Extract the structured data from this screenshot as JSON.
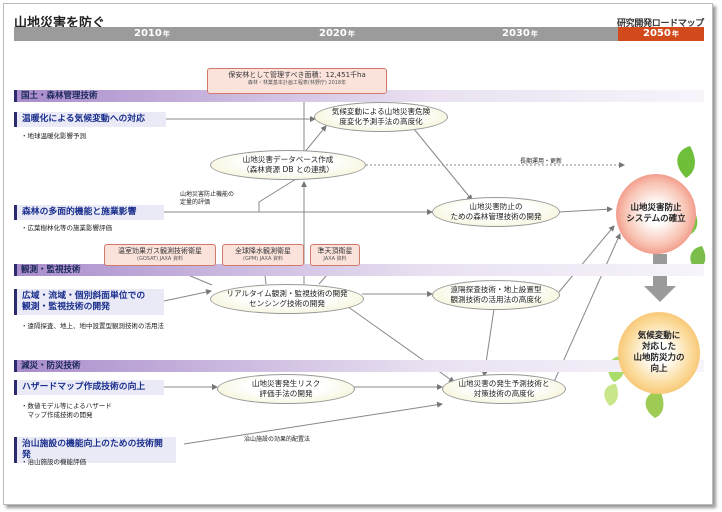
{
  "title": "山地災害を防ぐ",
  "brand": "研究開発ロードマップ",
  "timeline": {
    "years": [
      "2010",
      "2020",
      "2030",
      "2050"
    ],
    "suffix": "年"
  },
  "sections": {
    "s1": "国土・森林管理技術",
    "s2": "観測・監視技術",
    "s3": "減災・防災技術"
  },
  "themes": {
    "t1": "温暖化による気候変動への対応",
    "t2": "森林の多面的機能と施業影響",
    "t3a": "広域・流域・個別斜面単位での",
    "t3b": "観測・監視技術の開発",
    "t4": "ハザードマップ作成技術の向上",
    "t5": "治山施設の機能向上のための技術開発"
  },
  "bullets": {
    "b1": "・地球温暖化影響予測",
    "b2": "・広葉樹林化等の施業影響評価",
    "b3": "・遠隔探査、地上、地中設置型観測技術の活用法",
    "b4a": "・数値モデル等によるハザード",
    "b4b": "　マップ作成技術の開発",
    "b5": "・治山施設の機能評価"
  },
  "ovals": {
    "o1a": "気候変動による山地災害危険",
    "o1b": "度変化予測手法の高度化",
    "o2a": "山地災害データベース作成",
    "o2b": "（森林資源 DB との連携）",
    "o3a": "山地災害防止の",
    "o3b": "ための森林管理技術の開発",
    "o4a": "リアルタイム観測・監視技術の開発",
    "o4b": "センシング技術の開発",
    "o5a": "遠隔探査技術・地上設置型",
    "o5b": "観測技術の活用法の高度化",
    "o6a": "山地災害発生リスク",
    "o6b": "評価手法の開発",
    "o7a": "山地災害の発生予測技術と",
    "o7b": "対策技術の高度化"
  },
  "boxes": {
    "p1": "保安林として管理すべき面積：12,451千ha",
    "p1s": "森林・林業基本計画工程表(林野庁) 2018年",
    "p2": "温室効果ガス観測技術衛星",
    "p2s": "(GOSAT) JAXA 資料",
    "p3": "全球降水観測衛星",
    "p3s": "(GPM) JAXA 資料",
    "p4": "準天頂衛星",
    "p4s": "JAXA 資料"
  },
  "notes": {
    "n1a": "山地災害防止機能の",
    "n1b": "定量的評価",
    "n2": "長期運用・更新",
    "n3": "治山施設の効果的配置法"
  },
  "goals": {
    "g1a": "山地災害防止",
    "g1b": "システムの確立",
    "g2a": "気候変動に",
    "g2b": "対応した",
    "g2c": "山地防災力の",
    "g2d": "向上"
  },
  "colors": {
    "timeline": "#9b9b9b",
    "year2050": "#d24a1c",
    "theme_text": "#1a2e8c",
    "section_bar": "#a98ccb",
    "goal_red": "#e8584a",
    "goal_orange": "#f3a63a"
  }
}
